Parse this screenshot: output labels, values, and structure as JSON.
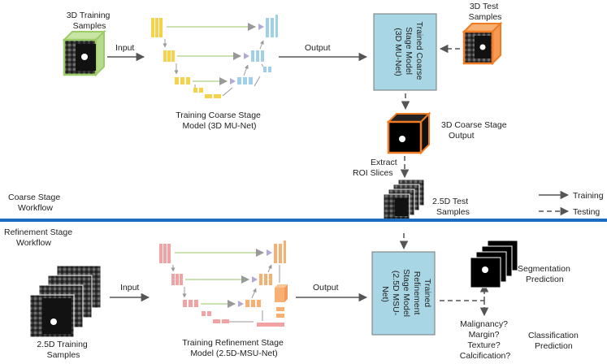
{
  "top": {
    "training_samples": [
      "3D Training",
      "Samples"
    ],
    "input_label": "Input",
    "output_label": "Output",
    "model_caption": [
      "Training Coarse Stage",
      "Model (3D MU-Net)"
    ],
    "trained_box": [
      "Trained Coarse",
      "Stage Model",
      "(3D MU-Net)"
    ],
    "test_samples": [
      "3D Test",
      "Samples"
    ],
    "coarse_output": [
      "3D Coarse Stage",
      "Output"
    ],
    "extract": [
      "Extract",
      "ROI Slices"
    ],
    "test_25d": [
      "2.5D Test",
      "Samples"
    ]
  },
  "divider": {
    "coarse_workflow": [
      "Coarse Stage",
      "Workflow"
    ],
    "refinement_workflow": [
      "Refinement Stage",
      "Workflow"
    ]
  },
  "legend": {
    "training": "Training",
    "testing": "Testing"
  },
  "bottom": {
    "training_samples": [
      "2.5D Training",
      "Samples"
    ],
    "input_label": "Input",
    "output_label": "Output",
    "model_caption": [
      "Training Refinement Stage",
      "Model (2.5D-MSU-Net)"
    ],
    "trained_box": [
      "Trained",
      "Refinement",
      "Stage Model",
      "(2.5D MSU-",
      "Net)"
    ],
    "segmentation": [
      "Segmentation",
      "Prediction"
    ],
    "questions": [
      "Malignancy?",
      "Margin?",
      "Texture?",
      "Calcification?"
    ],
    "classification": [
      "Classification",
      "Prediction"
    ]
  },
  "colors": {
    "divider": "#1b6cc0",
    "trained_box_fill": "#a9d6e5",
    "yellow_block": "#f6d24a",
    "blue_block": "#9fd0ea",
    "purple_block": "#b3a8d8",
    "pink_block": "#f2a2a2",
    "orange_block": "#f7b071",
    "green_cube": "#9ccc65",
    "orange_cube": "#f07b22",
    "arrow": "#555555"
  }
}
